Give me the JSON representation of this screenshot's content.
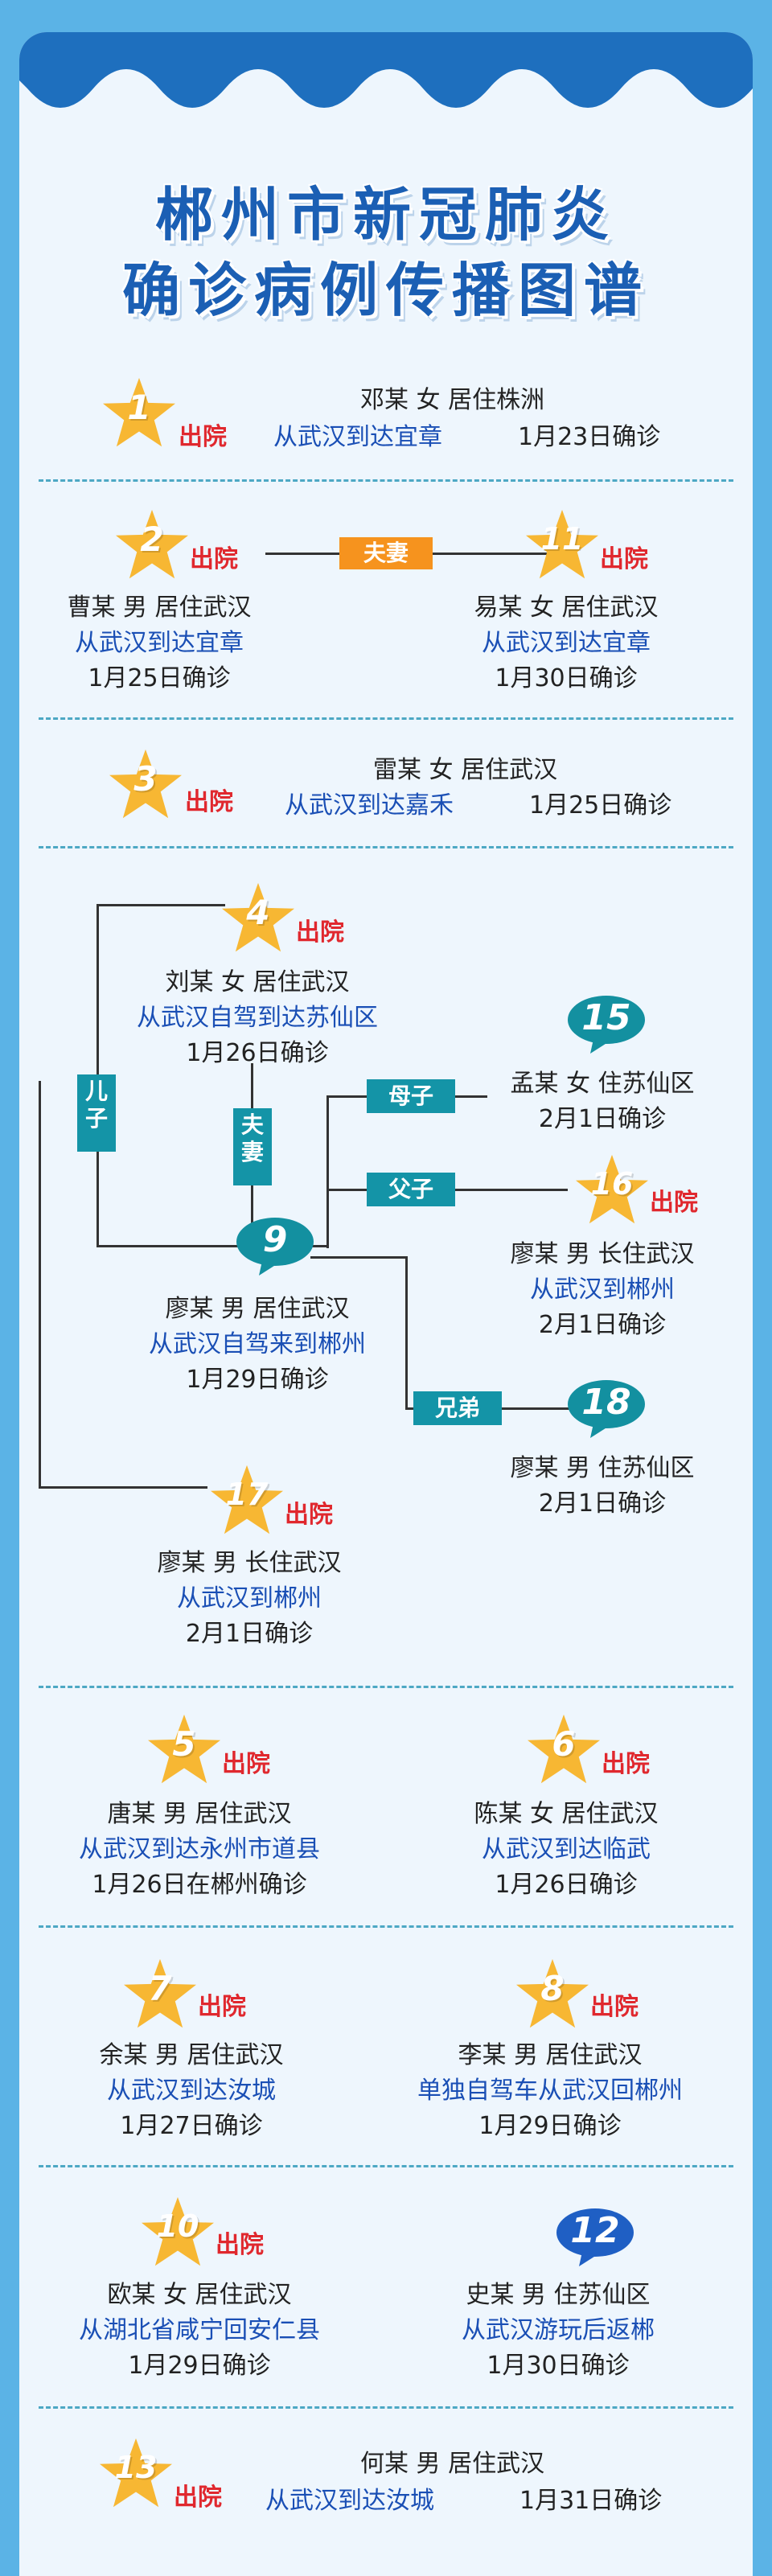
{
  "title": {
    "line1": "郴州市新冠肺炎",
    "line2": "确诊病例传播图谱"
  },
  "discharged_label": "出院",
  "colors": {
    "star": "#f7b733",
    "bubble_teal": "#1390a0",
    "bubble_blue": "#1f5fc4",
    "text_blue": "#1a4fb5",
    "discharged": "#e0282e",
    "tag_teal": "#1494a7",
    "tag_orange": "#f6931e"
  },
  "cases": {
    "c1": {
      "num": "1",
      "person": "邓某 女 居住株洲",
      "route": "从武汉到达宜章",
      "date": "1月23日确诊"
    },
    "c2": {
      "num": "2",
      "person": "曹某 男 居住武汉",
      "route": "从武汉到达宜章",
      "date": "1月25日确诊"
    },
    "c11": {
      "num": "11",
      "person": "易某 女 居住武汉",
      "route": "从武汉到达宜章",
      "date": "1月30日确诊"
    },
    "c3": {
      "num": "3",
      "person": "雷某 女 居住武汉",
      "route": "从武汉到达嘉禾",
      "date": "1月25日确诊"
    },
    "c4": {
      "num": "4",
      "person": "刘某 女 居住武汉",
      "route": "从武汉自驾到达苏仙区",
      "date": "1月26日确诊"
    },
    "c15": {
      "num": "15",
      "person": "孟某 女 住苏仙区",
      "date": "2月1日确诊"
    },
    "c16": {
      "num": "16",
      "person": "廖某 男 长住武汉",
      "route": "从武汉到郴州",
      "date": "2月1日确诊"
    },
    "c9": {
      "num": "9",
      "person": "廖某 男 居住武汉",
      "route": "从武汉自驾来到郴州",
      "date": "1月29日确诊"
    },
    "c18": {
      "num": "18",
      "person": "廖某 男 住苏仙区",
      "date": "2月1日确诊"
    },
    "c17": {
      "num": "17",
      "person": "廖某 男 长住武汉",
      "route": "从武汉到郴州",
      "date": "2月1日确诊"
    },
    "c5": {
      "num": "5",
      "person": "唐某 男 居住武汉",
      "route": "从武汉到达永州市道县",
      "date": "1月26日在郴州确诊"
    },
    "c6": {
      "num": "6",
      "person": "陈某 女 居住武汉",
      "route": "从武汉到达临武",
      "date": "1月26日确诊"
    },
    "c7": {
      "num": "7",
      "person": "余某 男 居住武汉",
      "route": "从武汉到达汝城",
      "date": "1月27日确诊"
    },
    "c8": {
      "num": "8",
      "person": "李某 男 居住武汉",
      "route": "单独自驾车从武汉回郴州",
      "date": "1月29日确诊"
    },
    "c10": {
      "num": "10",
      "person": "欧某 女 居住武汉",
      "route": "从湖北省咸宁回安仁县",
      "date": "1月29日确诊"
    },
    "c12": {
      "num": "12",
      "person": "史某 男 住苏仙区",
      "route": "从武汉游玩后返郴",
      "date": "1月30日确诊"
    },
    "c13": {
      "num": "13",
      "person": "何某 男 居住武汉",
      "route": "从武汉到达汝城",
      "date": "1月31日确诊"
    }
  },
  "relations": {
    "spouse": "夫妻",
    "son": "儿子",
    "mother_son": "母子",
    "father_son": "父子",
    "brothers": "兄弟"
  }
}
